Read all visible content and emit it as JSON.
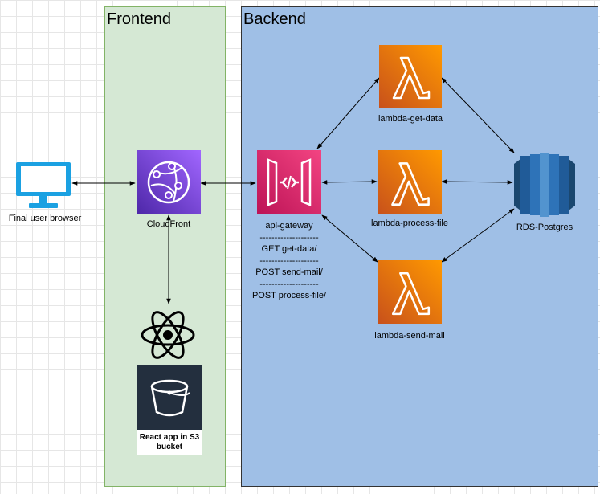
{
  "containers": {
    "frontend_title": "Frontend",
    "backend_title": "Backend"
  },
  "nodes": {
    "browser": {
      "label": "Final user browser",
      "icon": "monitor-icon",
      "color": "#1ba1e2"
    },
    "cloudfront": {
      "label": "CloudFront",
      "icon": "cloudfront-icon",
      "color": "#8c4fff"
    },
    "react": {
      "icon": "react-icon"
    },
    "s3": {
      "label_line1": "React app in S3",
      "label_line2": "bucket",
      "icon": "s3-bucket-icon",
      "color": "#232f3e"
    },
    "api_gateway": {
      "label": "api-gateway",
      "separator": "--------------------",
      "routes": [
        "GET get-data/",
        "POST send-mail/",
        "POST process-file/"
      ],
      "icon": "api-gateway-icon",
      "color": "#e7157b"
    },
    "lambda_get": {
      "label": "lambda-get-data",
      "icon": "lambda-icon"
    },
    "lambda_process": {
      "label": "lambda-process-file",
      "icon": "lambda-icon"
    },
    "lambda_mail": {
      "label": "lambda-send-mail",
      "icon": "lambda-icon"
    },
    "rds": {
      "label": "RDS-Postgres",
      "icon": "rds-icon",
      "color": "#2e73b8"
    }
  },
  "colors": {
    "lambda": "#ed7100",
    "frontend_fill": "#d5e8d4",
    "backend_fill": "#9fbfe6"
  }
}
